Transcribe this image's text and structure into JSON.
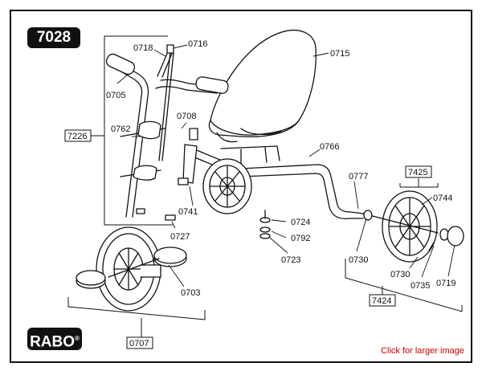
{
  "diagram": {
    "model": "7028",
    "brand": "RABO",
    "brand_mark": "®",
    "link_text": "Click for larger image",
    "parts": {
      "p0716": "0716",
      "p0718": "0718",
      "p0705": "0705",
      "p0715": "0715",
      "p0708": "0708",
      "p0762": "0762",
      "p0766": "0766",
      "p0777": "0777",
      "p0744": "0744",
      "p0741": "0741",
      "p0727": "0727",
      "p0724": "0724",
      "p0792": "0792",
      "p0723": "0723",
      "p0730a": "0730",
      "p0730b": "0730",
      "p0735": "0735",
      "p0719": "0719",
      "p0703": "0703"
    },
    "assemblies": {
      "a7226": "7226",
      "a7425": "7425",
      "a7424": "7424",
      "a0707": "0707"
    }
  }
}
